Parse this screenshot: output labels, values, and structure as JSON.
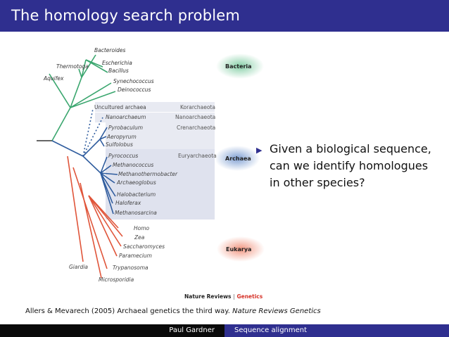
{
  "slide": {
    "title": "The homology search problem",
    "bullet": "Given a biological sequence, can we identify homologues in other species?"
  },
  "figure": {
    "species": {
      "bacteroides": "Bacteroides",
      "thermotoga": "Thermotoga",
      "escherichia": "Escherichia",
      "bacillus": "Bacillus",
      "aquifex": "Aquifex",
      "synechococcus": "Synechococcus",
      "deinococcus": "Deinococcus",
      "uncultured_archaea": "Uncultured archaea",
      "nanoarchaeum": "Nanoarchaeum",
      "pyrobaculum": "Pyrobaculum",
      "aeropyrum": "Aeropyrum",
      "sulfolobus": "Sulfolobus",
      "pyrococcus": "Pyrococcus",
      "methanococcus": "Methanococcus",
      "methanothermobacter": "Methanothermobacter",
      "archaeoglobus": "Archaeoglobus",
      "halobacterium": "Halobacterium",
      "haloferax": "Haloferax",
      "methanosarcina": "Methanosarcina",
      "homo": "Homo",
      "zea": "Zea",
      "saccharomyces": "Saccharomyces",
      "paramecium": "Paramecium",
      "giardia": "Giardia",
      "trypanosoma": "Trypanosoma",
      "microsporidia": "Microsporidia"
    },
    "phyla": {
      "korarchaeota": "Korarchaeota",
      "nanoarchaeota": "Nanoarchaeota",
      "crenarchaeota": "Crenarchaeota",
      "euryarchaeota": "Euryarchaeota"
    },
    "domains": {
      "bacteria": "Bacteria",
      "archaea": "Archaea",
      "eukarya": "Eukarya"
    },
    "credit": {
      "journal": "Nature Reviews",
      "separator": "|",
      "section": "Genetics"
    }
  },
  "citation": {
    "text": "Allers & Mevarech (2005) Archaeal genetics  the third way.",
    "journal": "Nature Reviews Genetics"
  },
  "footer": {
    "author": "Paul Gardner",
    "talk": "Sequence alignment"
  },
  "colors": {
    "title_bar": "#2f2f8f",
    "bacteria": "#3aa66e",
    "archaea": "#2f5c9e",
    "eukarya": "#e0553a",
    "phylum_band": "#e4e6ef"
  }
}
